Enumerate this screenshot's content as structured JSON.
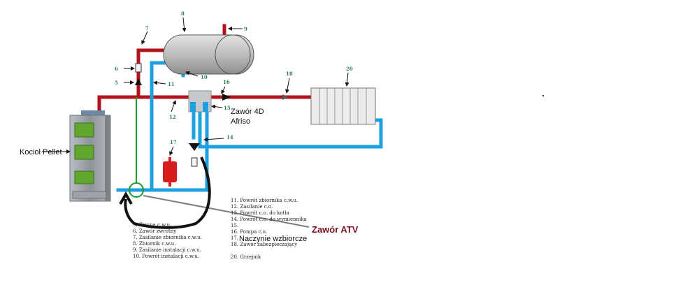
{
  "colors": {
    "supply_pipe": "#b3121b",
    "return_pipe": "#1ea0e0",
    "bypass_pipe": "#1a9b2e",
    "atv_valve": "#1a9b2e",
    "boiler_body": "#9aa0a6",
    "boiler_windows": "#5fa72e",
    "tank": "#c9c9c9",
    "expansion_vessel": "#d71d1d",
    "label_numbers": "#2e7d5b",
    "atv_label": "#7a1020"
  },
  "numbers": {
    "n5": "5",
    "n6": "6",
    "n7": "7",
    "n8": "8",
    "n9": "9",
    "n10": "10",
    "n11": "11",
    "n12": "12",
    "n14": "14",
    "n15": "15",
    "n16": "16",
    "n17": "17",
    "n18": "18",
    "n20": "20"
  },
  "labels": {
    "boiler": "Kocioł Pellet",
    "valve_4d": "Zawór 4D",
    "afriso": "Afriso",
    "atv": "Zawór ATV",
    "vessel": "Naczynie wzbiorcze"
  },
  "legend_left": [
    "5. Pompa c.w.u.",
    "6. Zawór zwrotny",
    "7. Zasilanie zbiornika c.w.u.",
    "8. Zbiornik c.w.u.",
    "9. Zasilanie instalacji c.w.u.",
    "10. Powrót instalacji c.w.u."
  ],
  "legend_right": [
    "11. Powrót zbiornika c.w.u.",
    "12. Zasilanie c.o.",
    "13. Powrót c.o. do kotła",
    "14. Powrót c.o. do wymiennika",
    "15.",
    "16. Pompa c.o.",
    "17.",
    "18. Zawór zabezpieczający",
    "",
    "20. Grzejnik"
  ]
}
